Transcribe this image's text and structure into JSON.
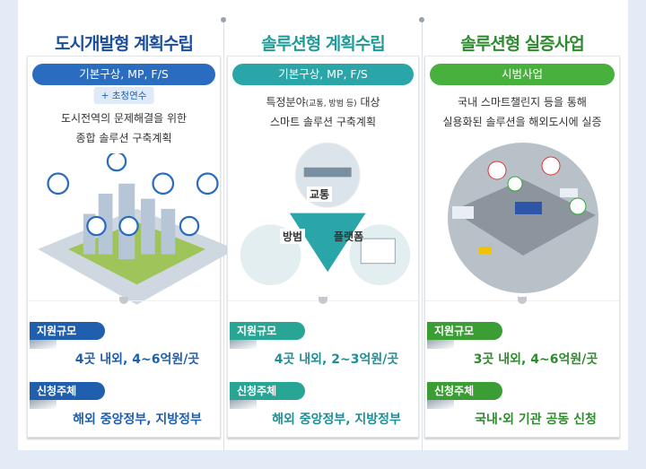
{
  "colors": {
    "blue": "#1f5fae",
    "teal": "#29a5a3",
    "green": "#3aa63c"
  },
  "columns": [
    {
      "title": "도시개발형 계획수립",
      "pill": "기본구상, MP, F/S",
      "badge": "+ 초청연수",
      "desc": [
        "도시전역의 문제해결을 위한",
        "종합 솔루션 구축계획"
      ],
      "illustration": "smart-city-icon",
      "support_label": "지원규모",
      "support_value": "4곳 내외, 4~6억원/곳",
      "applicant_label": "신청주체",
      "applicant_value": "해외 중앙정부, 지방정부"
    },
    {
      "title": "솔루션형 계획수립",
      "pill": "기본구상, MP, F/S",
      "desc_main": "특정분야",
      "desc_small": "(교통, 방범 등)",
      "desc_tail": " 대상",
      "desc2": "스마트 솔루션 구축계획",
      "labels": {
        "traffic": "교통",
        "security": "방범",
        "platform": "플랫폼"
      },
      "support_label": "지원규모",
      "support_value": "4곳 내외, 2~3억원/곳",
      "applicant_label": "신청주체",
      "applicant_value": "해외 중앙정부, 지방정부"
    },
    {
      "title": "솔루션형 실증사업",
      "pill": "시범사업",
      "desc": [
        "국내 스마트챌린지 등을 통해",
        "실용화된 솔루션을 해외도시에 실증"
      ],
      "illustration": "smart-intersection-icon",
      "support_label": "지원규모",
      "support_value": "3곳 내외, 4~6억원/곳",
      "applicant_label": "신청주체",
      "applicant_value": "국내·외 기관 공동 신청"
    }
  ]
}
